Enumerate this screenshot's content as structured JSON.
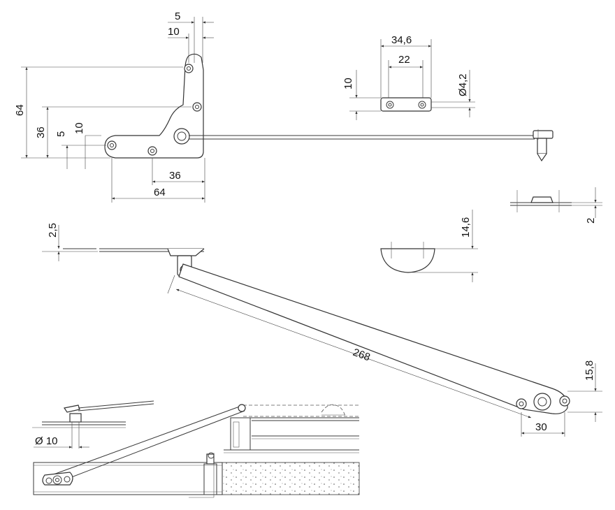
{
  "dimensions": {
    "bracket_top_5": "5",
    "bracket_top_10": "10",
    "bracket_height_64": "64",
    "bracket_height_36": "36",
    "bracket_small_5": "5",
    "bracket_small_10": "10",
    "bracket_width_36": "36",
    "bracket_width_64": "64",
    "plate_width_346": "34,6",
    "plate_width_22": "22",
    "plate_height_10": "10",
    "plate_hole_d42": "Ø4,2",
    "pin_height_2": "2",
    "cap_height_146": "14,6",
    "arm_thickness_25": "2,5",
    "arm_length_268": "268",
    "end_height_158": "15,8",
    "end_width_30": "30",
    "pin_diameter_10": "Ø 10"
  },
  "colors": {
    "line": "#333333",
    "background": "#ffffff"
  }
}
